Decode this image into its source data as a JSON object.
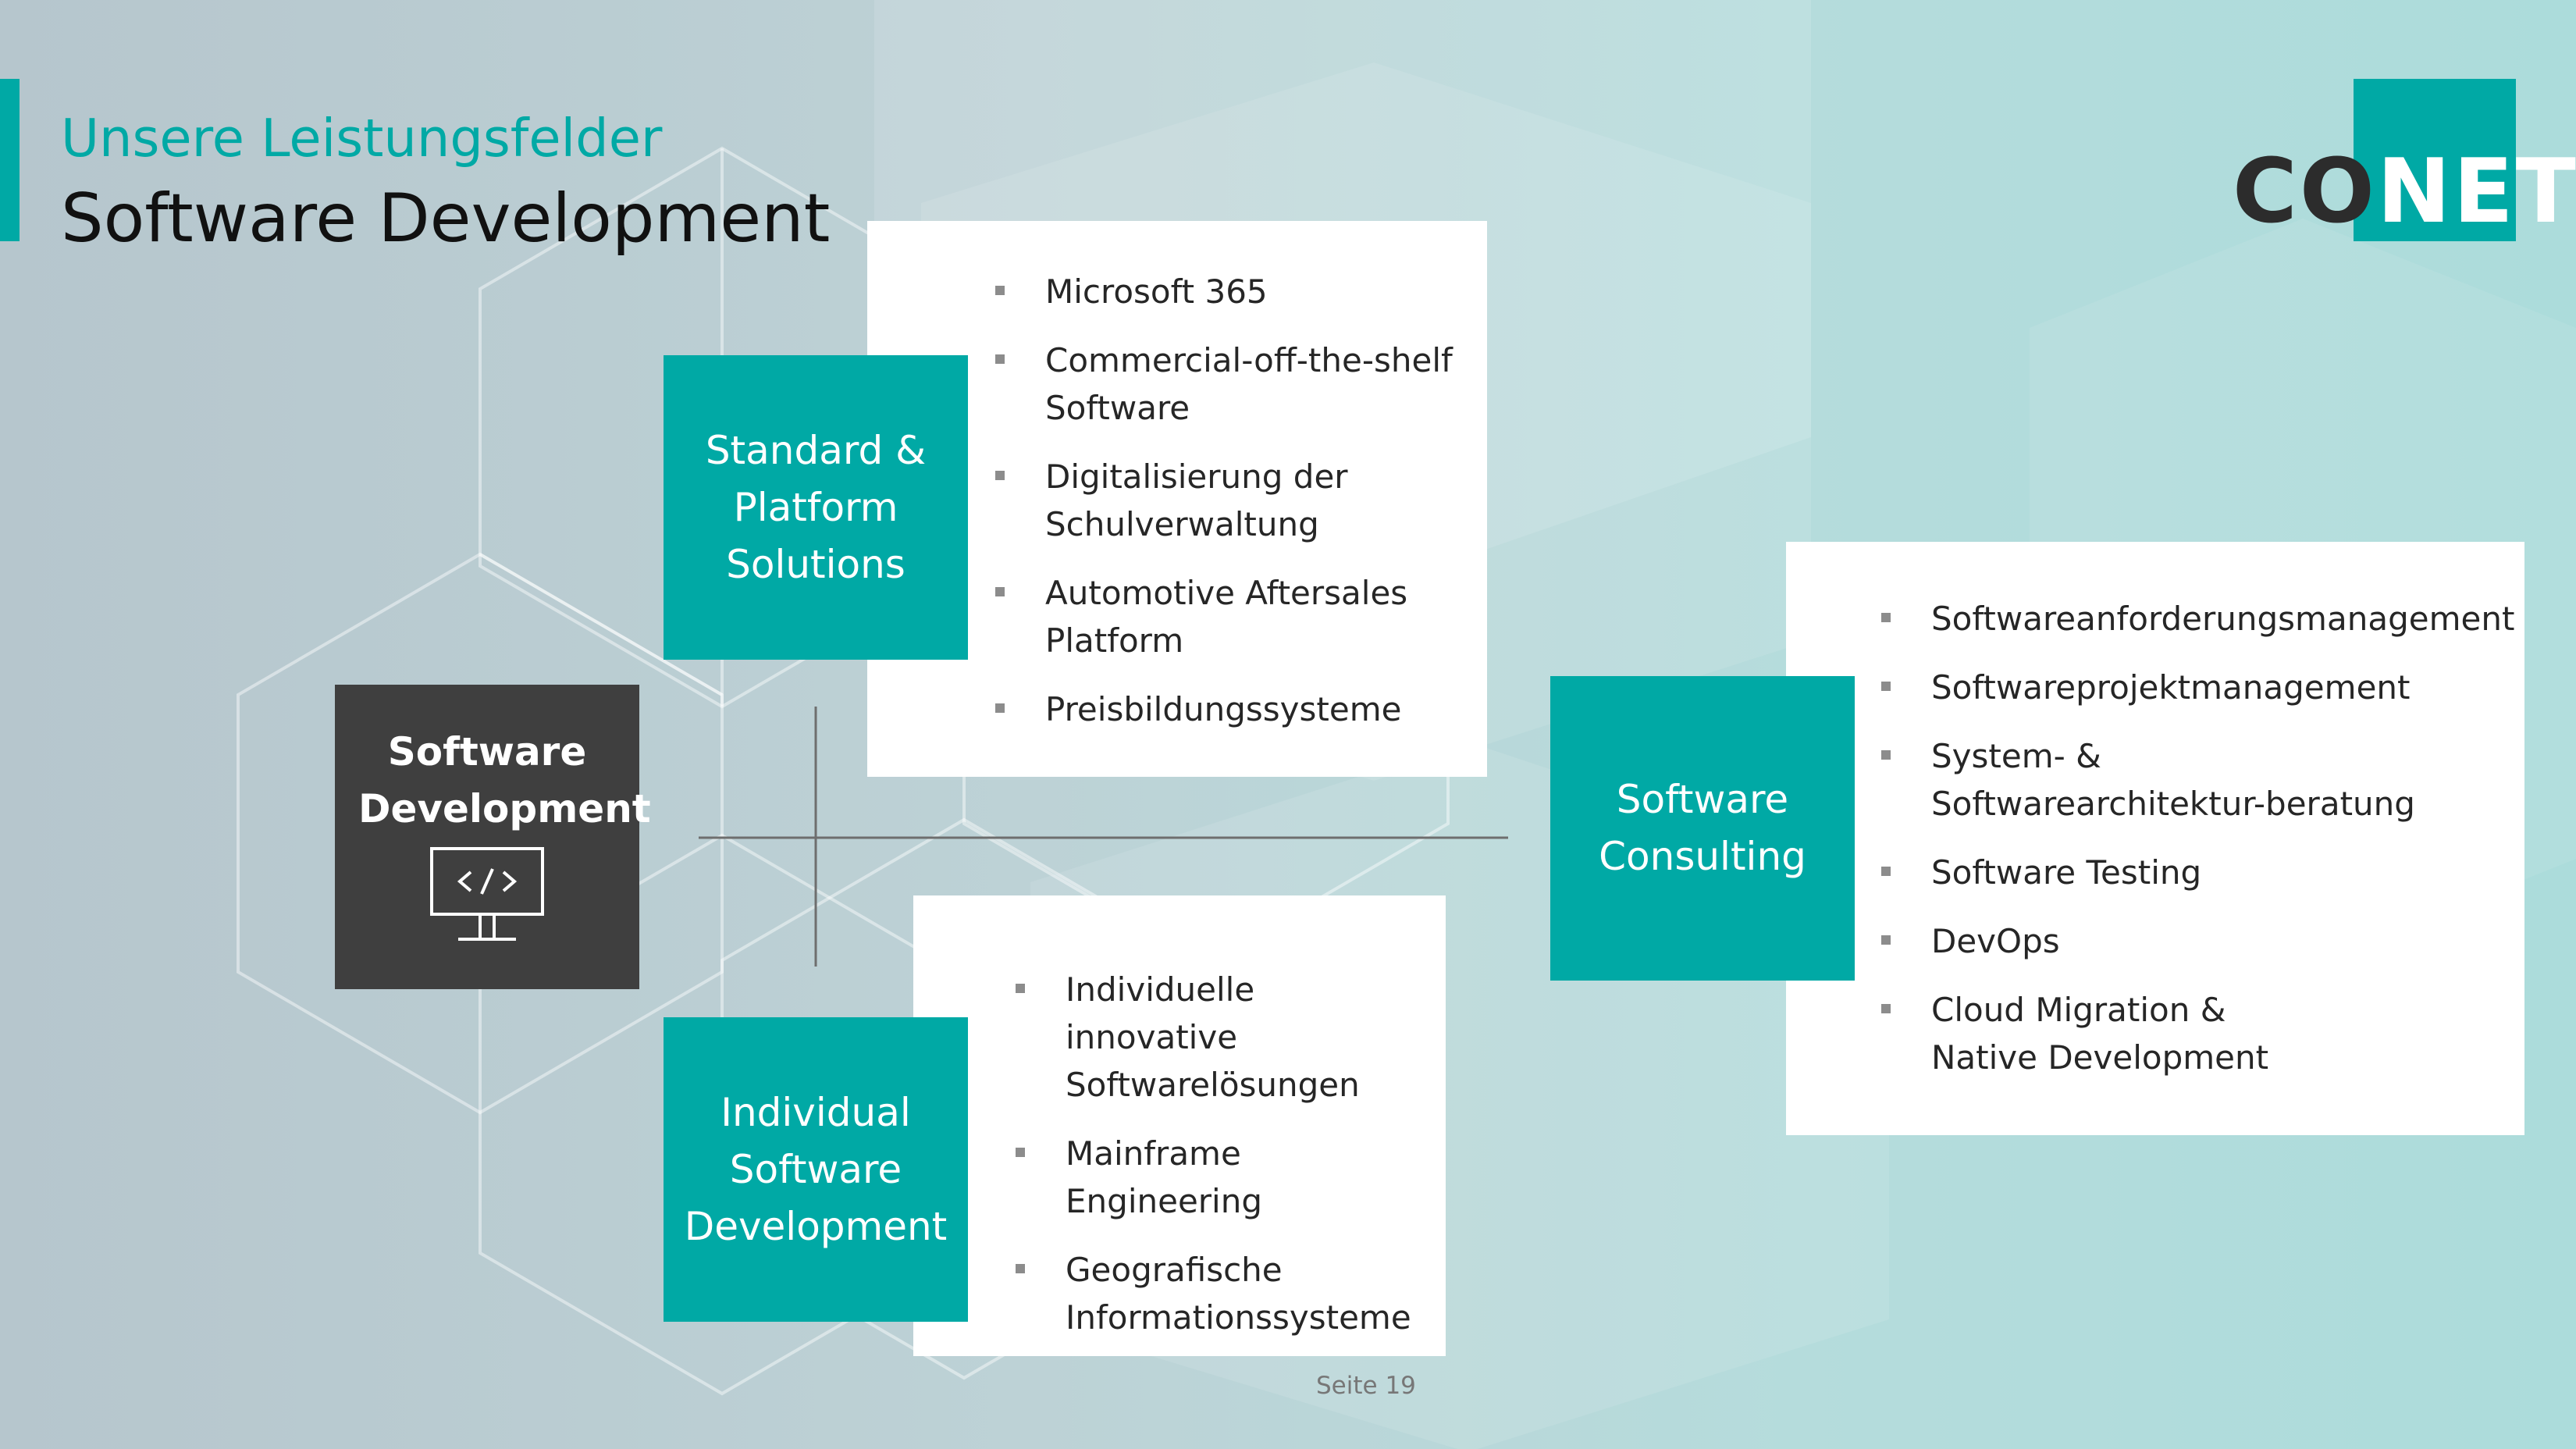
{
  "header": {
    "kicker": "Unsere Leistungsfelder",
    "title": "Software Development"
  },
  "logo": {
    "part_dark": "CO",
    "part_light": "NET"
  },
  "center": {
    "title": "Software Development",
    "icon": "code-monitor-icon"
  },
  "areas": {
    "standard": {
      "title": "Standard & Platform Solutions",
      "items": [
        "Microsoft 365",
        "Commercial-off-the-shelf Software",
        "Digitalisierung der Schulverwaltung",
        "Automotive Aftersales Platform",
        "Preisbildungssysteme"
      ]
    },
    "individual": {
      "title": "Individual Software Development",
      "items": [
        "Individuelle innovative Softwarelösungen",
        "Mainframe Engineering",
        "Geografische Informationssysteme"
      ]
    },
    "consulting": {
      "title": "Software Consulting",
      "items": [
        "Softwareanforderungsmanagement",
        "Softwareprojektmanagement",
        "System- & Softwarearchitektur-beratung",
        "Software Testing",
        "DevOps",
        "Cloud Migration & Native Development"
      ]
    }
  },
  "footer": {
    "page": "Seite 19"
  },
  "colors": {
    "accent": "#00a9a5",
    "dark": "#3f3f3f",
    "text": "#262626"
  }
}
